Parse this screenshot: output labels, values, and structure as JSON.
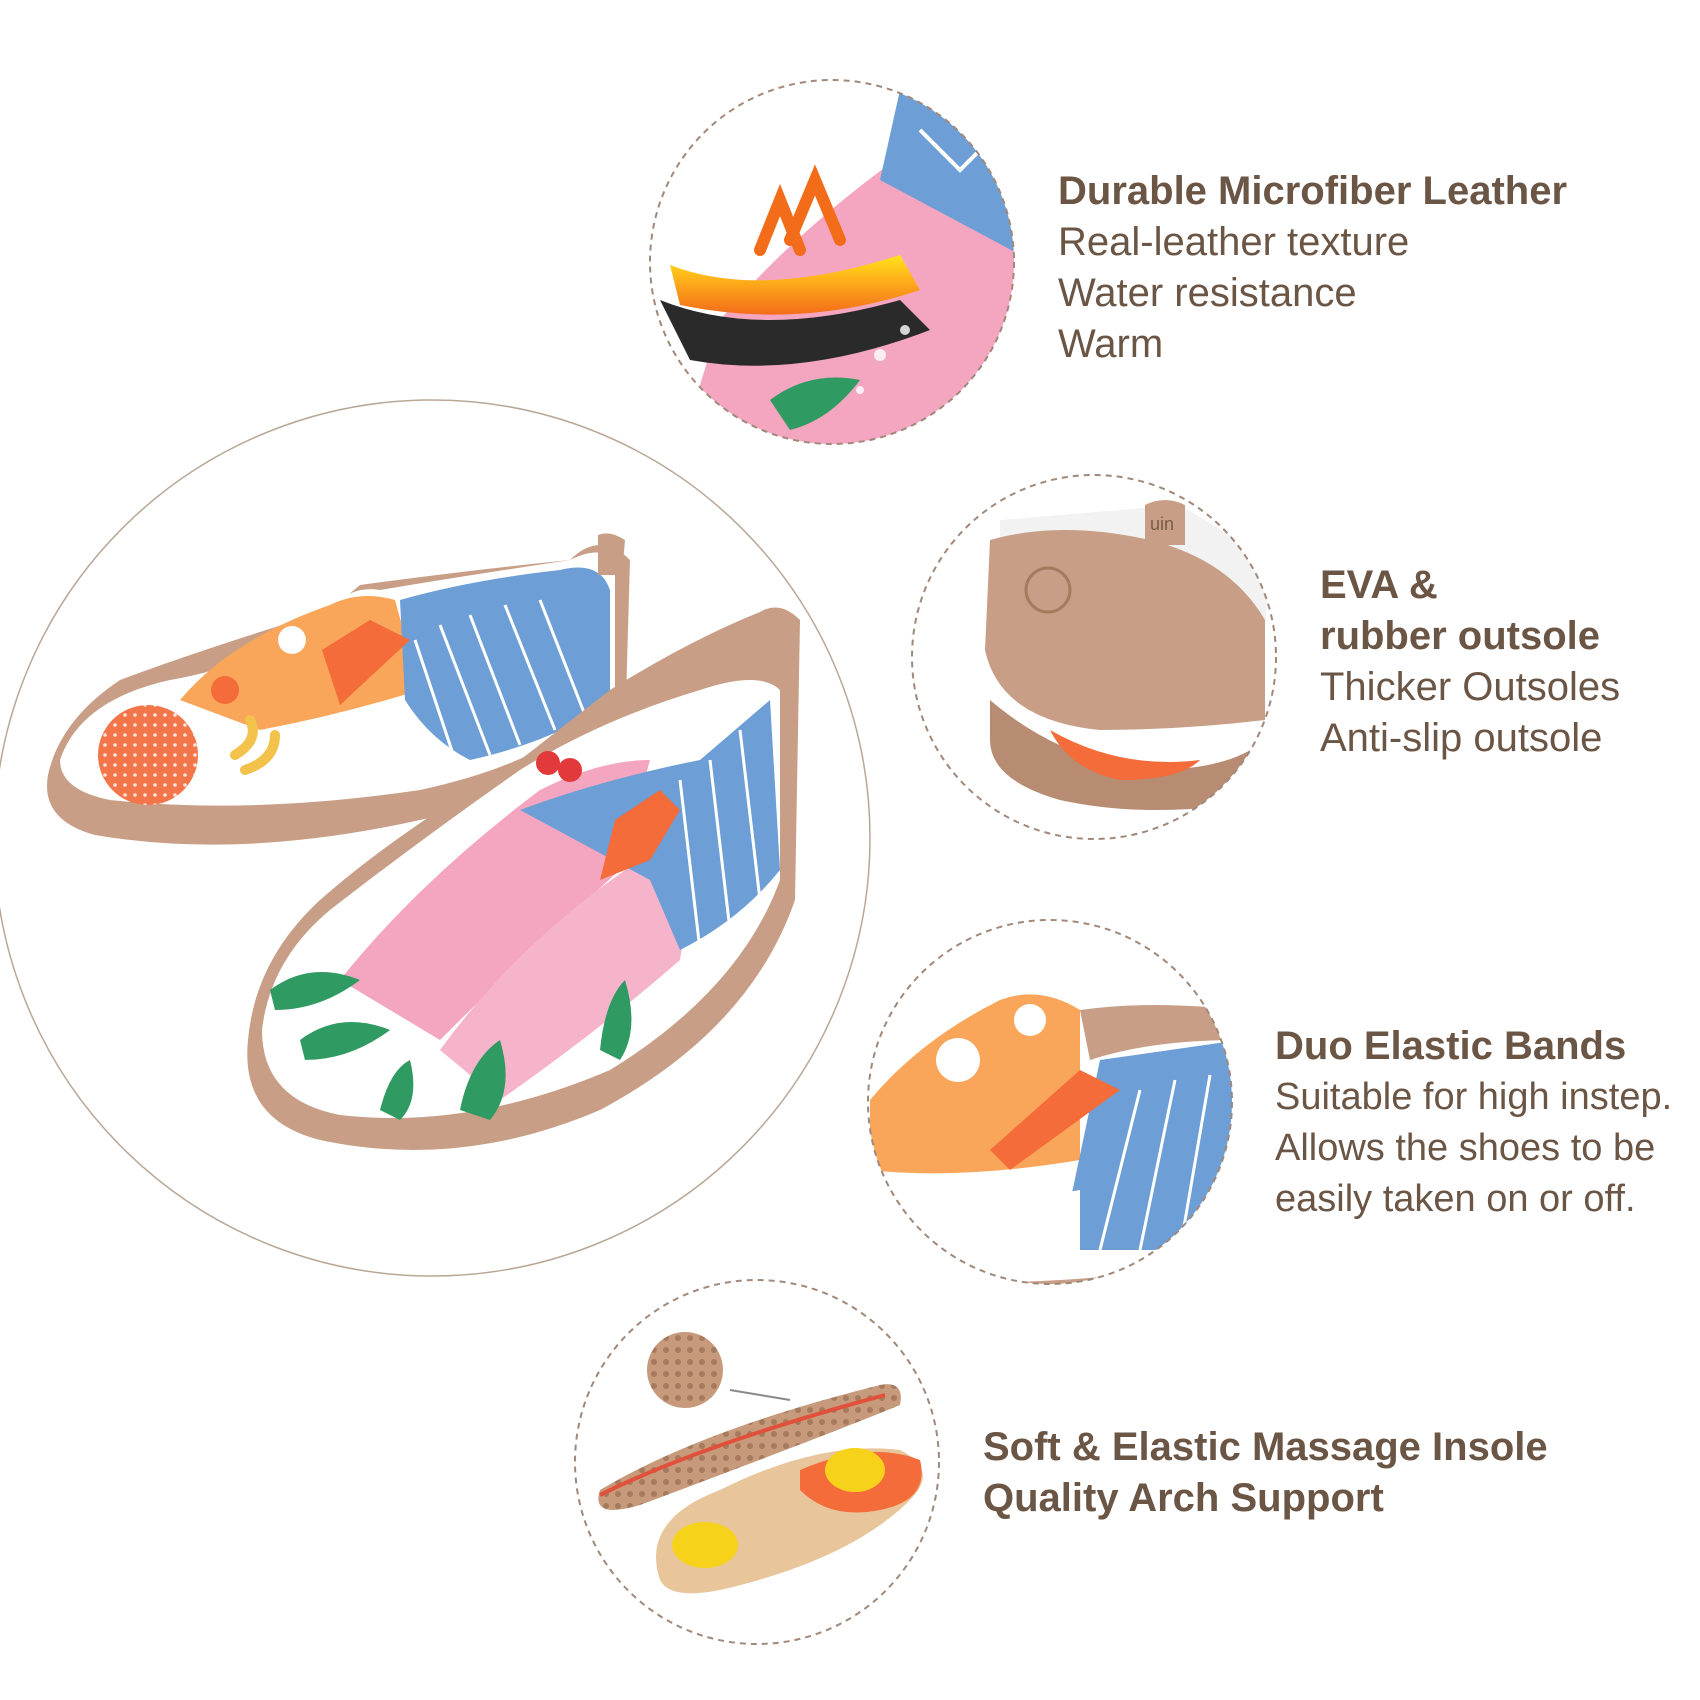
{
  "features": [
    {
      "title": "Durable Microfiber Leather",
      "lines": [
        "Real-leather texture",
        "Water resistance",
        "Warm"
      ],
      "icon": "waterproof-leather-layers-icon"
    },
    {
      "title": "EVA &",
      "lines": [
        "rubber outsole",
        "Thicker Outsoles",
        "Anti-slip outsole"
      ],
      "icon": "shoe-heel-outsole-icon"
    },
    {
      "title": "Duo Elastic Bands",
      "lines": [
        "Suitable for high instep.",
        "Allows the shoes to be",
        "easily taken on or off."
      ],
      "icon": "elastic-band-closeup-icon"
    },
    {
      "title": "Soft & Elastic Massage Insole",
      "lines": [
        "Quality Arch Support"
      ],
      "icon": "massage-insole-icon"
    }
  ],
  "brand_mark": "uin",
  "colors": {
    "text": "#6b5646",
    "circle_border": "#a0897a",
    "sole": "#c9a088",
    "orange": "#f36c3a",
    "pink": "#f4a6c0",
    "blue": "#6d9fd6",
    "green": "#2f9a62"
  }
}
